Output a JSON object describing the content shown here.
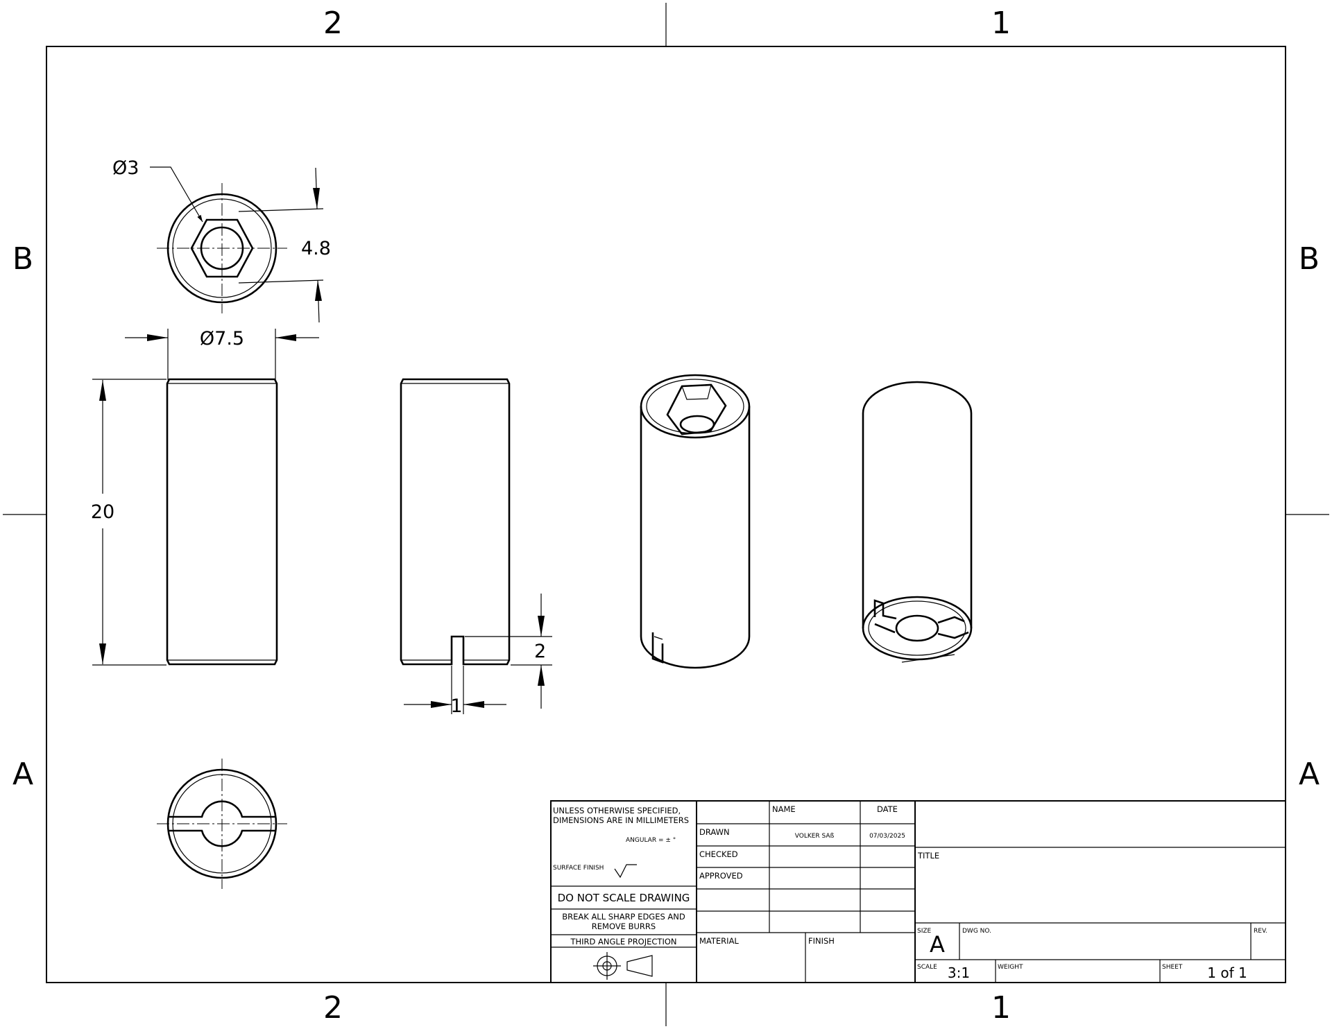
{
  "zones": {
    "top_left": "2",
    "top_right": "1",
    "bottom_left": "2",
    "bottom_right": "1",
    "left_upper": "B",
    "left_lower": "A",
    "right_upper": "B",
    "right_lower": "A"
  },
  "dimensions": {
    "hole_dia": "Ø3",
    "hex_flats": "4.8",
    "outer_dia": "Ø7.5",
    "length": "20",
    "slot_depth": "2",
    "slot_width": "1"
  },
  "title_block": {
    "notes_line1": "UNLESS OTHERWISE SPECIFIED,",
    "notes_line2": "DIMENSIONS ARE IN MILLIMETERS",
    "angular": "ANGULAR = ± °",
    "surface_finish": "SURFACE FINISH",
    "do_not_scale": "DO NOT SCALE DRAWING",
    "break_edges_line1": "BREAK ALL SHARP EDGES AND",
    "break_edges_line2": "REMOVE BURRS",
    "projection": "THIRD ANGLE PROJECTION",
    "name_header": "NAME",
    "date_header": "DATE",
    "drawn_label": "DRAWN",
    "drawn_name": "VOLKER SAß",
    "drawn_date": "07/03/2025",
    "checked_label": "CHECKED",
    "approved_label": "APPROVED",
    "material_label": "MATERIAL",
    "finish_label": "FINISH",
    "title_label": "TITLE",
    "size_label": "SIZE",
    "size_value": "A",
    "dwg_no_label": "DWG NO.",
    "rev_label": "REV.",
    "scale_label": "SCALE",
    "scale_value": "3:1",
    "weight_label": "WEIGHT",
    "sheet_label": "SHEET",
    "sheet_value": "1 of 1"
  }
}
